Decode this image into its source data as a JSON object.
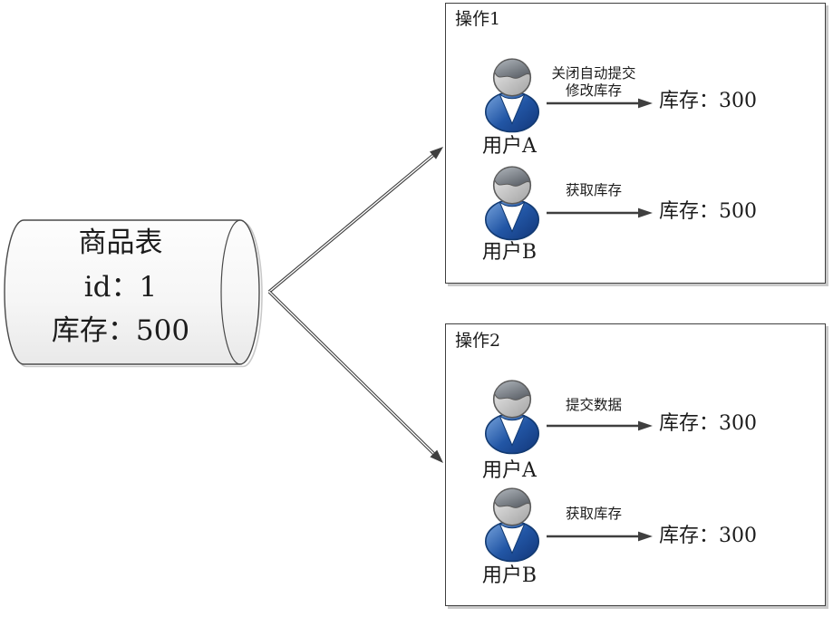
{
  "database": {
    "line1": "商品表",
    "line2": "id：1",
    "line3": "库存：500"
  },
  "op1": {
    "title": "操作1",
    "a": {
      "user": "用户A",
      "action1": "关闭自动提交",
      "action2": "修改库存",
      "result": "库存：300"
    },
    "b": {
      "user": "用户B",
      "action": "获取库存",
      "result": "库存：500"
    }
  },
  "op2": {
    "title": "操作2",
    "a": {
      "user": "用户A",
      "action": "提交数据",
      "result": "库存：300"
    },
    "b": {
      "user": "用户B",
      "action": "获取库存",
      "result": "库存：300"
    }
  },
  "colors": {
    "line": "#3f3f3f",
    "box_border": "#3f3f3f",
    "box_shadow": "#c9c9c9",
    "cylinder_fill": "#f2f2f2",
    "person_body_blue": "#1c4b97",
    "person_body_blue_dark": "#123a72",
    "person_head_gray": "#b5b5b5",
    "person_hair_gray": "#666c72"
  }
}
